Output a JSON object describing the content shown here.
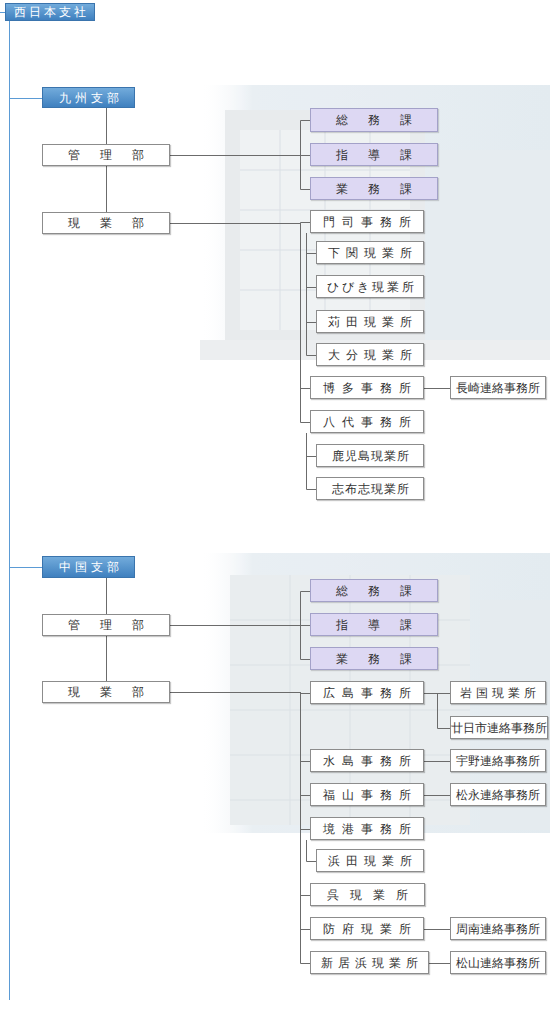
{
  "diagram": {
    "nodes": [
      {
        "text": [
          "西日本支社"
        ]
      },
      {
        "text": [
          "九州支部"
        ]
      },
      {
        "text": [
          "管理部"
        ]
      },
      {
        "text": [
          "総務課"
        ]
      },
      {
        "text": [
          "指導課"
        ]
      },
      {
        "text": [
          "業務課"
        ]
      },
      {
        "text": [
          "現業部"
        ]
      },
      {
        "text": [
          "門司事務所"
        ]
      },
      {
        "text": [
          "下関現業所"
        ]
      },
      {
        "text": [
          "ひびき現業所"
        ]
      },
      {
        "text": [
          "苅田現業所"
        ]
      },
      {
        "text": [
          "大分現業所"
        ]
      },
      {
        "text": [
          "博多事務所"
        ]
      },
      {
        "text": [
          "長崎連絡事務所"
        ]
      },
      {
        "text": [
          "八代事務所"
        ]
      },
      {
        "text": [
          "鹿児島現業所"
        ]
      },
      {
        "text": [
          "志布志現業所"
        ]
      },
      {
        "text": [
          "中国支部"
        ]
      },
      {
        "text": [
          "管理部"
        ]
      },
      {
        "text": [
          "総務課"
        ]
      },
      {
        "text": [
          "指導課"
        ]
      },
      {
        "text": [
          "業務課"
        ]
      },
      {
        "text": [
          "現業部"
        ]
      },
      {
        "text": [
          "広島事務所"
        ]
      },
      {
        "text": [
          "岩国現業所"
        ]
      },
      {
        "text": [
          "廿日市連絡事務所"
        ]
      },
      {
        "text": [
          "水島事務所"
        ]
      },
      {
        "text": [
          "宇野連絡事務所"
        ]
      },
      {
        "text": [
          "福山事務所"
        ]
      },
      {
        "text": [
          "松永連絡事務所"
        ]
      },
      {
        "text": [
          "境港事務所"
        ]
      },
      {
        "text": [
          "浜田現業所"
        ]
      },
      {
        "text": [
          "呉現業所"
        ]
      },
      {
        "text": [
          "防府現業所"
        ]
      },
      {
        "text": [
          "周南連絡事務所"
        ]
      },
      {
        "text": [
          "新居浜現業所"
        ]
      },
      {
        "text": [
          "松山連絡事務所"
        ]
      }
    ],
    "edges": [
      {
        "from": 0,
        "to": 1,
        "arrow": "none"
      },
      {
        "from": 0,
        "to": 17,
        "arrow": "none"
      },
      {
        "from": 1,
        "to": 2,
        "arrow": "none"
      },
      {
        "from": 2,
        "to": 6,
        "arrow": "none"
      },
      {
        "from": 2,
        "to": 3,
        "arrow": "none"
      },
      {
        "from": 2,
        "to": 4,
        "arrow": "none"
      },
      {
        "from": 2,
        "to": 5,
        "arrow": "none"
      },
      {
        "from": 6,
        "to": 7,
        "arrow": "none"
      },
      {
        "from": 6,
        "to": 12,
        "arrow": "none"
      },
      {
        "from": 6,
        "to": 14,
        "arrow": "none"
      },
      {
        "from": 7,
        "to": 8,
        "arrow": "none"
      },
      {
        "from": 7,
        "to": 9,
        "arrow": "none"
      },
      {
        "from": 7,
        "to": 10,
        "arrow": "none"
      },
      {
        "from": 7,
        "to": 11,
        "arrow": "none"
      },
      {
        "from": 12,
        "to": 13,
        "arrow": "none"
      },
      {
        "from": 14,
        "to": 15,
        "arrow": "none"
      },
      {
        "from": 14,
        "to": 16,
        "arrow": "none"
      },
      {
        "from": 17,
        "to": 18,
        "arrow": "none"
      },
      {
        "from": 18,
        "to": 22,
        "arrow": "none"
      },
      {
        "from": 18,
        "to": 19,
        "arrow": "none"
      },
      {
        "from": 18,
        "to": 20,
        "arrow": "none"
      },
      {
        "from": 18,
        "to": 21,
        "arrow": "none"
      },
      {
        "from": 22,
        "to": 23,
        "arrow": "none"
      },
      {
        "from": 22,
        "to": 26,
        "arrow": "none"
      },
      {
        "from": 22,
        "to": 28,
        "arrow": "none"
      },
      {
        "from": 22,
        "to": 30,
        "arrow": "none"
      },
      {
        "from": 22,
        "to": 32,
        "arrow": "none"
      },
      {
        "from": 22,
        "to": 33,
        "arrow": "none"
      },
      {
        "from": 22,
        "to": 35,
        "arrow": "none"
      },
      {
        "from": 23,
        "to": 24,
        "arrow": "none"
      },
      {
        "from": 23,
        "to": 25,
        "arrow": "none"
      },
      {
        "from": 26,
        "to": 27,
        "arrow": "none"
      },
      {
        "from": 28,
        "to": 29,
        "arrow": "none"
      },
      {
        "from": 30,
        "to": 31,
        "arrow": "none"
      },
      {
        "from": 33,
        "to": 34,
        "arrow": "none"
      },
      {
        "from": 35,
        "to": 36,
        "arrow": "none"
      }
    ]
  }
}
